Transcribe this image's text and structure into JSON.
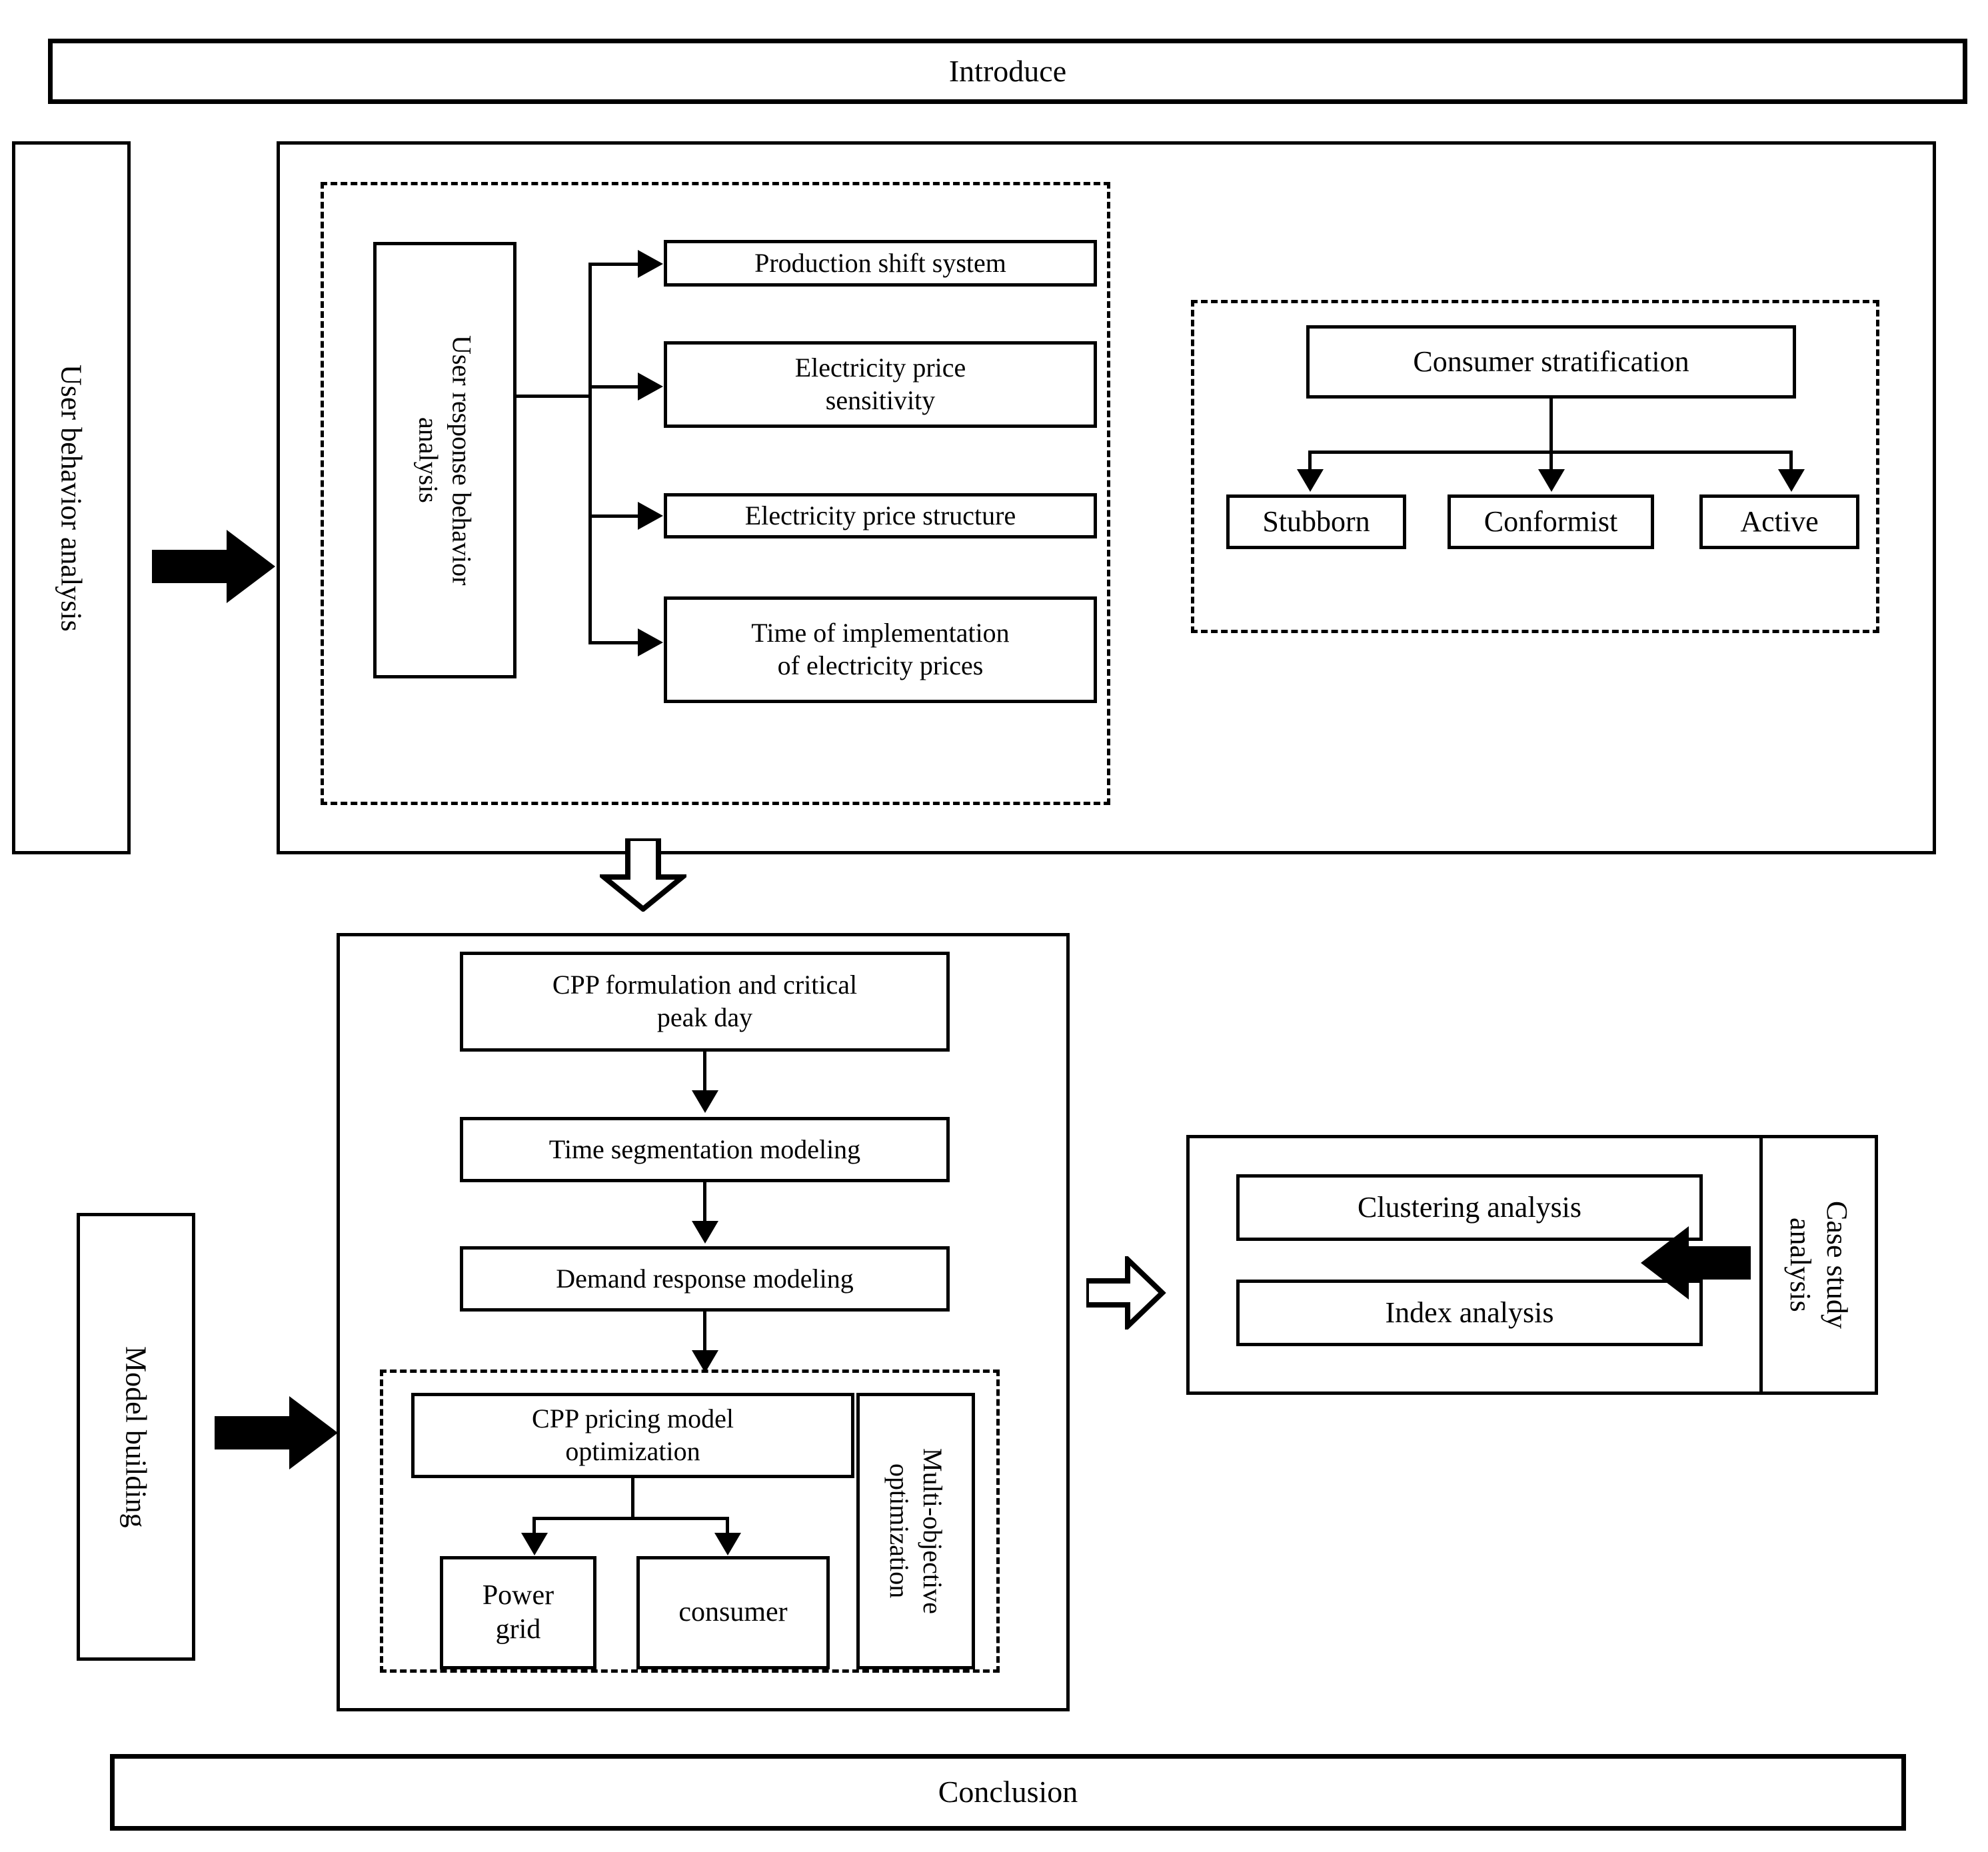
{
  "figure": {
    "type": "flowchart",
    "title": "Research framework flowchart",
    "sections": [
      "Introduce",
      "User behavior analysis",
      "Model building",
      "Case study analysis",
      "Conclusion"
    ]
  },
  "top_banner": {
    "label": "Introduce"
  },
  "bottom_banner": {
    "label": "Conclusion"
  },
  "stage_labels": {
    "user_behavior": "User behavior analysis",
    "model_building": "Model building",
    "case_study": "Case study\nanalysis"
  },
  "user_behavior_group": {
    "root": "User response behavior\nanalysis",
    "branches": [
      {
        "label": "Production shift system"
      },
      {
        "label": "Electricity price\nsensitivity"
      },
      {
        "label": "Electricity price structure"
      },
      {
        "label": "Time of implementation\nof electricity prices"
      }
    ]
  },
  "consumer_group": {
    "root": "Consumer stratification",
    "children": [
      {
        "label": "Stubborn"
      },
      {
        "label": "Conformist"
      },
      {
        "label": "Active"
      }
    ]
  },
  "model_group": {
    "steps": [
      {
        "label": "CPP formulation and critical\npeak day"
      },
      {
        "label": "Time segmentation modeling"
      },
      {
        "label": "Demand response modeling"
      }
    ],
    "optimization": {
      "root": "CPP pricing model\noptimization",
      "children": [
        {
          "label": "Power\ngrid"
        },
        {
          "label": "consumer"
        }
      ],
      "side_label": "Multi-objective\noptimization"
    }
  },
  "case_group": {
    "items": [
      {
        "label": "Clustering analysis"
      },
      {
        "label": "Index analysis"
      }
    ]
  },
  "colors": {
    "stroke": "#000000",
    "background": "#ffffff",
    "fill": "#ffffff"
  }
}
